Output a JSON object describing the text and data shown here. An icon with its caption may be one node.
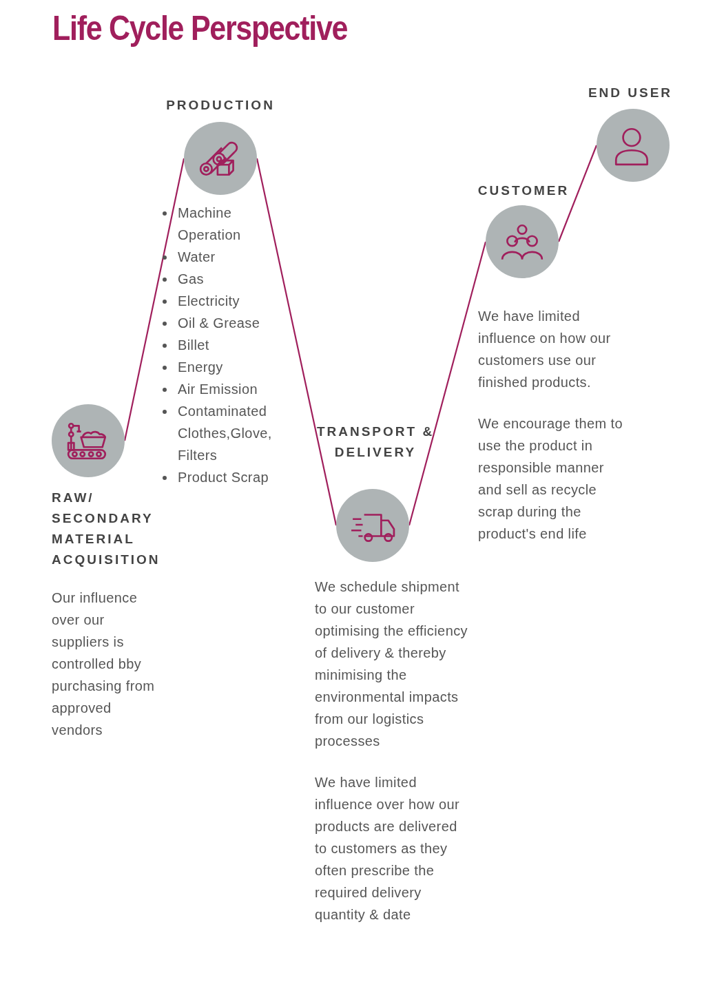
{
  "diagram": {
    "title": "Life Cycle Perspective",
    "nodes": [
      {
        "text": [
          "RAW/ SECONDARY MATERIAL ACQUISITION"
        ]
      },
      {
        "text": [
          "PRODUCTION"
        ],
        "beside": [
          "Machine Operation",
          "Water",
          "Gas",
          "Electricity",
          "Oil & Grease",
          "Billet",
          "Energy",
          "Air Emission",
          "Contaminated Clothes,Glove, Filters",
          "Product Scrap"
        ]
      },
      {
        "text": [
          "TRANSPORT & DELIVERY"
        ],
        "beside": [
          "We schedule shipment to our customer optimising the efficiency of delivery & thereby minimising the environmental impacts from our logistics processes",
          "We have limited influence over how our products are delivered to customers as they often prescribe the required delivery quantity & date"
        ]
      },
      {
        "text": [
          "CUSTOMER"
        ],
        "beside": [
          "We have limited influence on how our customers use our finished products.",
          "We encourage them to use the product in responsible manner and sell as recycle scrap during the product's end life"
        ]
      },
      {
        "text": [
          "END USER"
        ]
      }
    ],
    "edges": [
      {
        "from": 0,
        "to": 1,
        "arrow": "none"
      },
      {
        "from": 1,
        "to": 2,
        "arrow": "none"
      },
      {
        "from": 2,
        "to": 3,
        "arrow": "none"
      },
      {
        "from": 3,
        "to": 4,
        "arrow": "none"
      }
    ],
    "labels": [
      "Our influence over our suppliers is controlled bby purchasing from approved vendors"
    ]
  }
}
